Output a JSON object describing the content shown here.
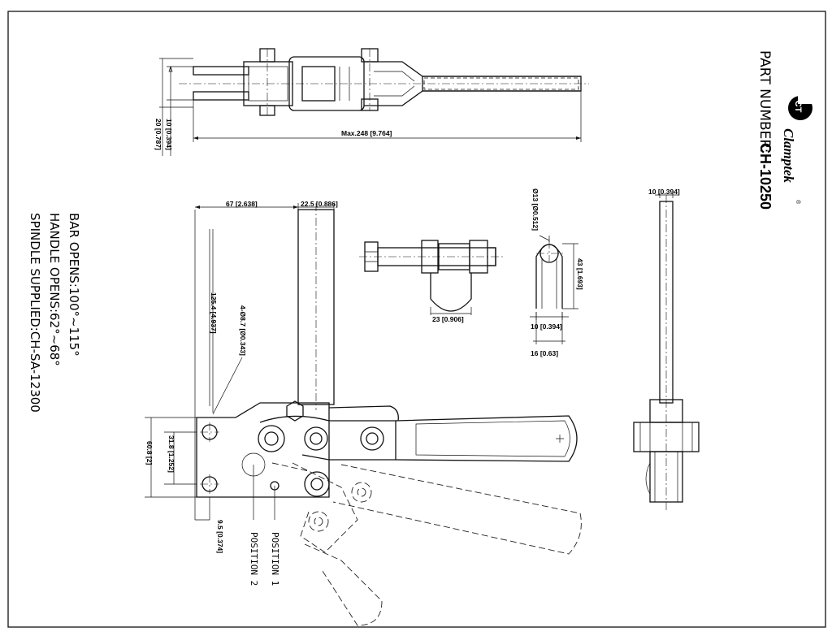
{
  "brand": {
    "name": "Clamptek",
    "registered": "®",
    "logo_letters": "CT"
  },
  "part": {
    "label": "PART NUMBER:",
    "number": "CH-10250"
  },
  "notes": [
    "BAR OPENS:100°~115°",
    "HANDLE OPENS:62°~68°",
    "SPINDLE SUPPLIED:CH-SA-12300"
  ],
  "positions": {
    "position1": "POSITION 1",
    "position2": "POSITION 2"
  },
  "dimensions": {
    "top_height_10": "10 [0.394]",
    "top_height_20": "20 [0.787]",
    "top_length": "Max.248 [9.764]",
    "front_width_67": "67 [2.638]",
    "front_bar_225": "22.5 [0.886]",
    "front_height_1254": "125.4 [4.937]",
    "front_holes": "4-Ø8.7 [Ø0.343]",
    "front_base_608": "60.8 [2]",
    "front_hole_318": "31.8 [1.252]",
    "front_offset_95": "9.5 [0.374]",
    "spindle_width_23": "23 [0.906]",
    "uclip_dia_13": "Ø13 [Ø0.512]",
    "uclip_height_43": "43 [1.693]",
    "uclip_width_10": "10 [0.394]",
    "uclip_width_16": "16 [0.63]",
    "side_width_10": "10 [0.394]"
  }
}
